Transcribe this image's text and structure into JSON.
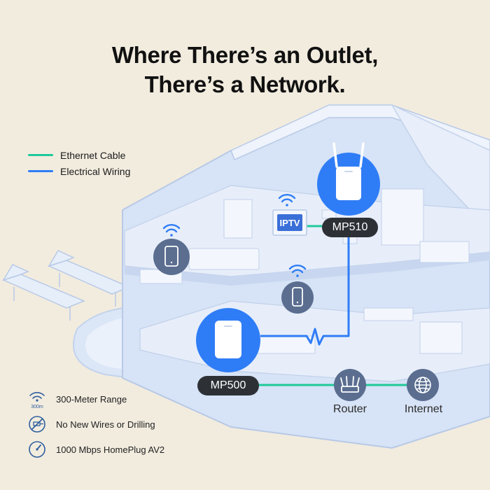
{
  "headline": {
    "line1": "Where There’s an Outlet,",
    "line2": "There’s a Network."
  },
  "legend": [
    {
      "label": "Ethernet Cable",
      "color": "#1fc99a"
    },
    {
      "label": "Electrical Wiring",
      "color": "#2f7df6"
    }
  ],
  "devices": {
    "primary": {
      "label": "MP510"
    },
    "secondary": {
      "label": "MP500"
    },
    "router": {
      "label": "Router"
    },
    "internet": {
      "label": "Internet"
    },
    "tv_badge": "IPTV"
  },
  "features": [
    {
      "icon": "range-300m-icon",
      "badge": "300m",
      "label": "300-Meter Range"
    },
    {
      "icon": "no-drilling-icon",
      "label": "No New Wires or Drilling"
    },
    {
      "icon": "speedometer-icon",
      "label": "1000 Mbps HomePlug AV2"
    }
  ],
  "colors": {
    "accent_blue": "#2f7df6",
    "ethernet_green": "#1fc99a",
    "house": "#d5e2f5",
    "pill": "#2d3136"
  }
}
